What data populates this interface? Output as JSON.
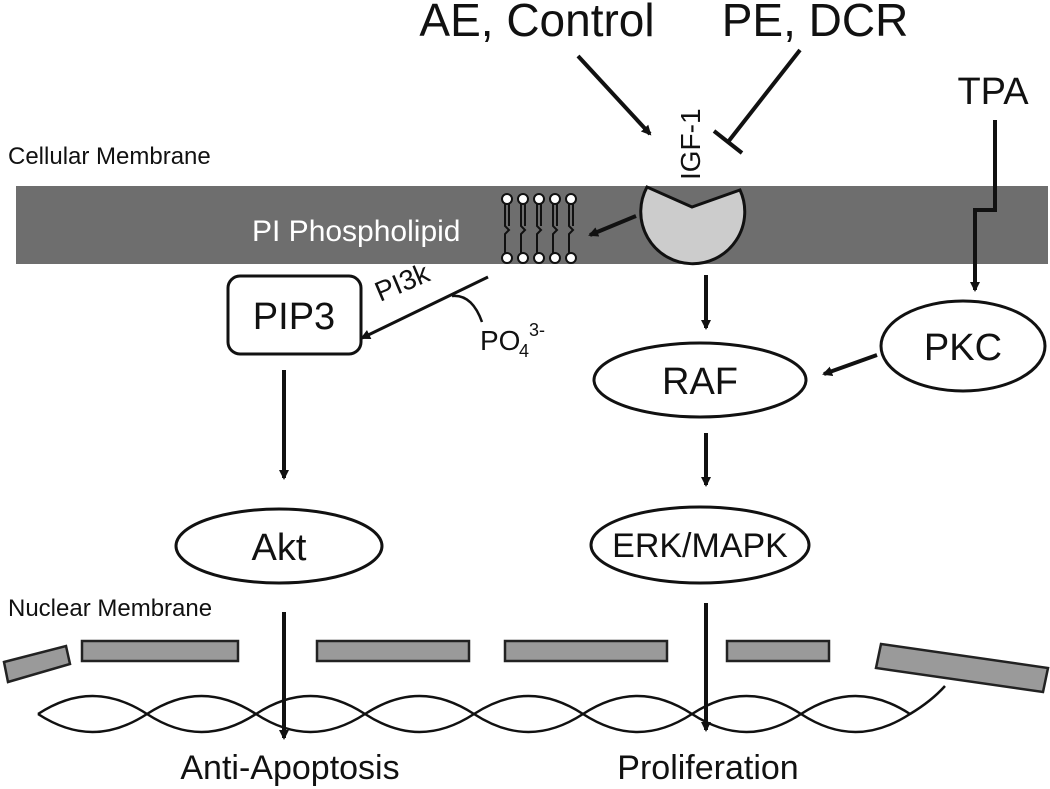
{
  "inputs": {
    "activator": "AE, Control",
    "inhibitor": "PE, DCR",
    "tpa": "TPA"
  },
  "membranes": {
    "cellular": "Cellular Membrane",
    "nuclear": "Nuclear Membrane"
  },
  "receptor": {
    "label": "IGF-1"
  },
  "phospholipid": {
    "label": "PI Phospholipid"
  },
  "enzymes": {
    "pi3k": "PI3k",
    "phosphate_base": "PO",
    "phosphate_sub": "4",
    "phosphate_sup": "3-"
  },
  "nodes": {
    "pip3": "PIP3",
    "akt": "Akt",
    "raf": "RAF",
    "erk": "ERK/MAPK",
    "pkc": "PKC"
  },
  "outcomes": {
    "left": "Anti-Apoptosis",
    "right": "Proliferation"
  },
  "colors": {
    "cell_membrane": "#6e6e6e",
    "nuclear_segment": "#9a9a9a",
    "receptor": "#cccccc",
    "stroke": "#111111"
  }
}
